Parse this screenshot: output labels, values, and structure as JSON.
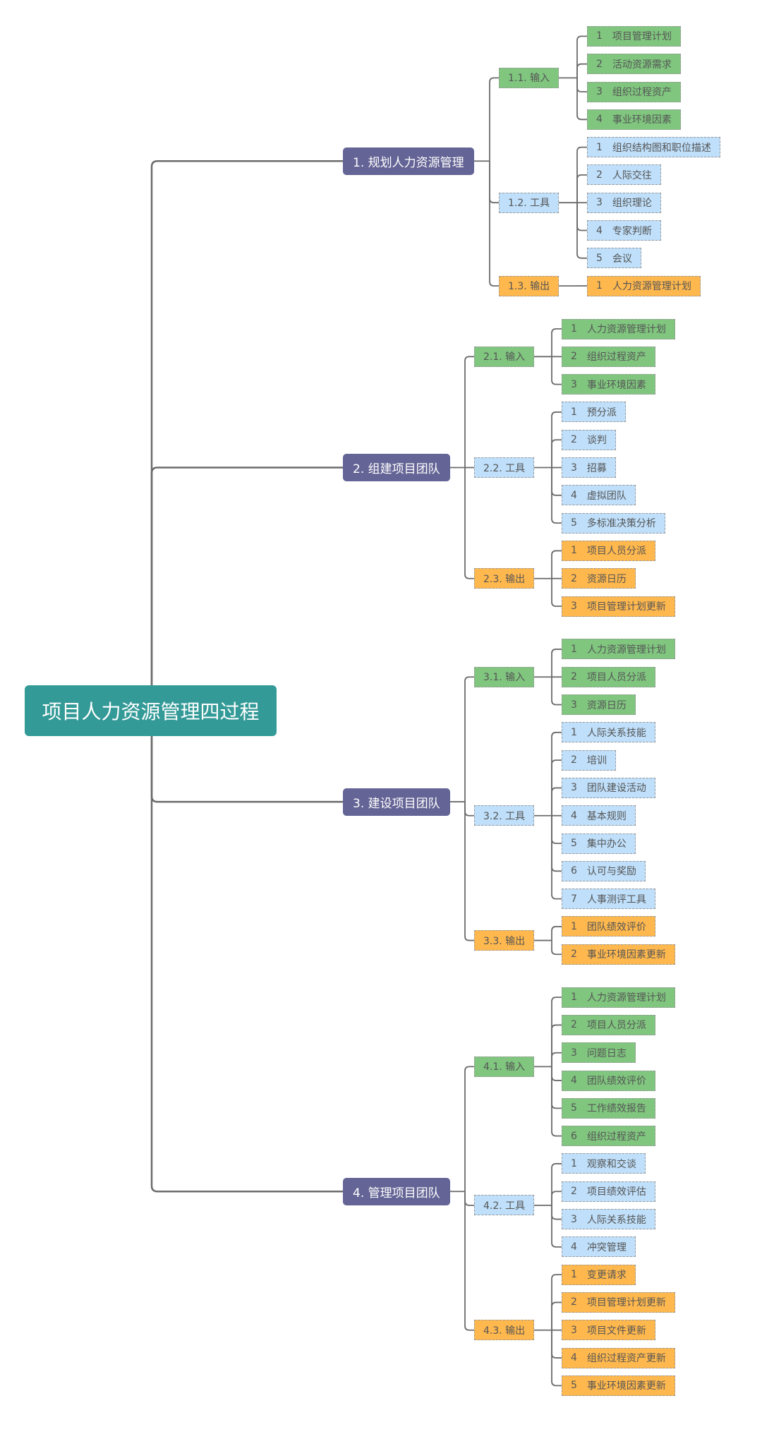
{
  "colors": {
    "input": "#80c67f",
    "tool": "#bfdffa",
    "output": "#ffb84d",
    "process": "#646496",
    "root": "#339a97",
    "line": "#6b6b6b"
  },
  "root": {
    "title": "项目人力资源管理四过程"
  },
  "processes": [
    {
      "title": "1. 规划人力资源管理",
      "groups": [
        {
          "title": "1.1. 输入",
          "type": "input",
          "items": [
            {
              "n": "1",
              "t": "项目管理计划"
            },
            {
              "n": "2",
              "t": "活动资源需求"
            },
            {
              "n": "3",
              "t": "组织过程资产"
            },
            {
              "n": "4",
              "t": "事业环境因素"
            }
          ]
        },
        {
          "title": "1.2. 工具",
          "type": "tool",
          "items": [
            {
              "n": "1",
              "t": "组织结构图和职位描述"
            },
            {
              "n": "2",
              "t": "人际交往"
            },
            {
              "n": "3",
              "t": "组织理论"
            },
            {
              "n": "4",
              "t": "专家判断"
            },
            {
              "n": "5",
              "t": "会议"
            }
          ]
        },
        {
          "title": "1.3. 输出",
          "type": "output",
          "items": [
            {
              "n": "1",
              "t": "人力资源管理计划"
            }
          ]
        }
      ]
    },
    {
      "title": "2. 组建项目团队",
      "groups": [
        {
          "title": "2.1. 输入",
          "type": "input",
          "items": [
            {
              "n": "1",
              "t": "人力资源管理计划"
            },
            {
              "n": "2",
              "t": "组织过程资产"
            },
            {
              "n": "3",
              "t": "事业环境因素"
            }
          ]
        },
        {
          "title": "2.2. 工具",
          "type": "tool",
          "items": [
            {
              "n": "1",
              "t": "预分派"
            },
            {
              "n": "2",
              "t": "谈判"
            },
            {
              "n": "3",
              "t": "招募"
            },
            {
              "n": "4",
              "t": "虚拟团队"
            },
            {
              "n": "5",
              "t": "多标准决策分析"
            }
          ]
        },
        {
          "title": "2.3. 输出",
          "type": "output",
          "items": [
            {
              "n": "1",
              "t": "项目人员分派"
            },
            {
              "n": "2",
              "t": "资源日历"
            },
            {
              "n": "3",
              "t": "项目管理计划更新"
            }
          ]
        }
      ]
    },
    {
      "title": "3. 建设项目团队",
      "groups": [
        {
          "title": "3.1. 输入",
          "type": "input",
          "items": [
            {
              "n": "1",
              "t": "人力资源管理计划"
            },
            {
              "n": "2",
              "t": "项目人员分派"
            },
            {
              "n": "3",
              "t": "资源日历"
            }
          ]
        },
        {
          "title": "3.2. 工具",
          "type": "tool",
          "items": [
            {
              "n": "1",
              "t": "人际关系技能"
            },
            {
              "n": "2",
              "t": "培训"
            },
            {
              "n": "3",
              "t": "团队建设活动"
            },
            {
              "n": "4",
              "t": "基本规则"
            },
            {
              "n": "5",
              "t": "集中办公"
            },
            {
              "n": "6",
              "t": "认可与奖励"
            },
            {
              "n": "7",
              "t": "人事测评工具"
            }
          ]
        },
        {
          "title": "3.3. 输出",
          "type": "output",
          "items": [
            {
              "n": "1",
              "t": "团队绩效评价"
            },
            {
              "n": "2",
              "t": "事业环境因素更新"
            }
          ]
        }
      ]
    },
    {
      "title": "4. 管理项目团队",
      "groups": [
        {
          "title": "4.1. 输入",
          "type": "input",
          "items": [
            {
              "n": "1",
              "t": "人力资源管理计划"
            },
            {
              "n": "2",
              "t": "项目人员分派"
            },
            {
              "n": "3",
              "t": "问题日志"
            },
            {
              "n": "4",
              "t": "团队绩效评价"
            },
            {
              "n": "5",
              "t": "工作绩效报告"
            },
            {
              "n": "6",
              "t": "组织过程资产"
            }
          ]
        },
        {
          "title": "4.2. 工具",
          "type": "tool",
          "items": [
            {
              "n": "1",
              "t": "观察和交谈"
            },
            {
              "n": "2",
              "t": "项目绩效评估"
            },
            {
              "n": "3",
              "t": "人际关系技能"
            },
            {
              "n": "4",
              "t": "冲突管理"
            }
          ]
        },
        {
          "title": "4.3. 输出",
          "type": "output",
          "items": [
            {
              "n": "1",
              "t": "变更请求"
            },
            {
              "n": "2",
              "t": "项目管理计划更新"
            },
            {
              "n": "3",
              "t": "项目文件更新"
            },
            {
              "n": "4",
              "t": "组织过程资产更新"
            },
            {
              "n": "5",
              "t": "事业环境因素更新"
            }
          ]
        }
      ]
    }
  ]
}
